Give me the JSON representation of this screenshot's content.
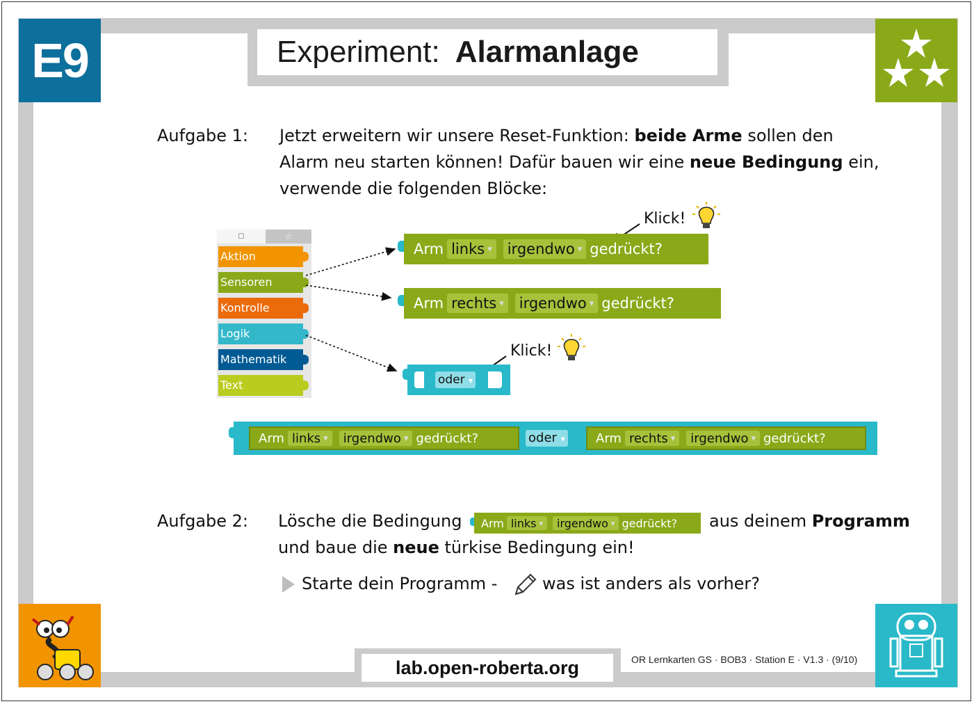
{
  "card_id": "E9",
  "title": {
    "prefix": "Experiment:",
    "name": "Alarmanlage"
  },
  "task1": {
    "label": "Aufgabe 1:",
    "line1_a": "Jetzt erweitern wir unsere Reset-Funktion:",
    "line1_bold": "beide Arme",
    "line1_b": "sollen den",
    "line2_a": "Alarm neu starten können! Dafür bauen wir eine",
    "line2_bold": "neue Bedingung",
    "line2_b": "ein,",
    "line3": "verwende die folgenden Blöcke:"
  },
  "toolbox": {
    "tab1_icon": "▢",
    "tab2_icon": "☆",
    "categories": [
      {
        "label": "Aktion",
        "color": "#f29400"
      },
      {
        "label": "Sensoren",
        "color": "#8aa919"
      },
      {
        "label": "Kontrolle",
        "color": "#eb6a0a"
      },
      {
        "label": "Logik",
        "color": "#33b8ca"
      },
      {
        "label": "Mathematik",
        "color": "#005a94"
      },
      {
        "label": "Text",
        "color": "#bacc1e"
      }
    ]
  },
  "blocks": {
    "arm": "Arm",
    "links": "links",
    "rechts": "rechts",
    "irgendwo": "irgendwo",
    "gedrueckt": "gedrückt?",
    "oder": "oder",
    "arrow": "▾"
  },
  "klick": "Klick!",
  "task2": {
    "label": "Aufgabe 2:",
    "line1_a": "Lösche die Bedingung",
    "line1_b": "aus deinem",
    "line1_bold": "Programm",
    "line2_a": "und baue die",
    "line2_bold": "neue",
    "line2_b": "türkise Bedingung ein!",
    "line3_a": "Starte dein Programm -",
    "line3_b": "was ist anders als vorher?"
  },
  "footer": {
    "url": "lab.open-roberta.org",
    "credits": "OR Lernkarten GS · BOB3 · Station E · V1.3 · (9/10)"
  },
  "colors": {
    "blue": "#0d6f9c",
    "green": "#8aa919",
    "orange": "#f29400",
    "teal": "#29b9c9",
    "grey": "#cbcbcb"
  }
}
